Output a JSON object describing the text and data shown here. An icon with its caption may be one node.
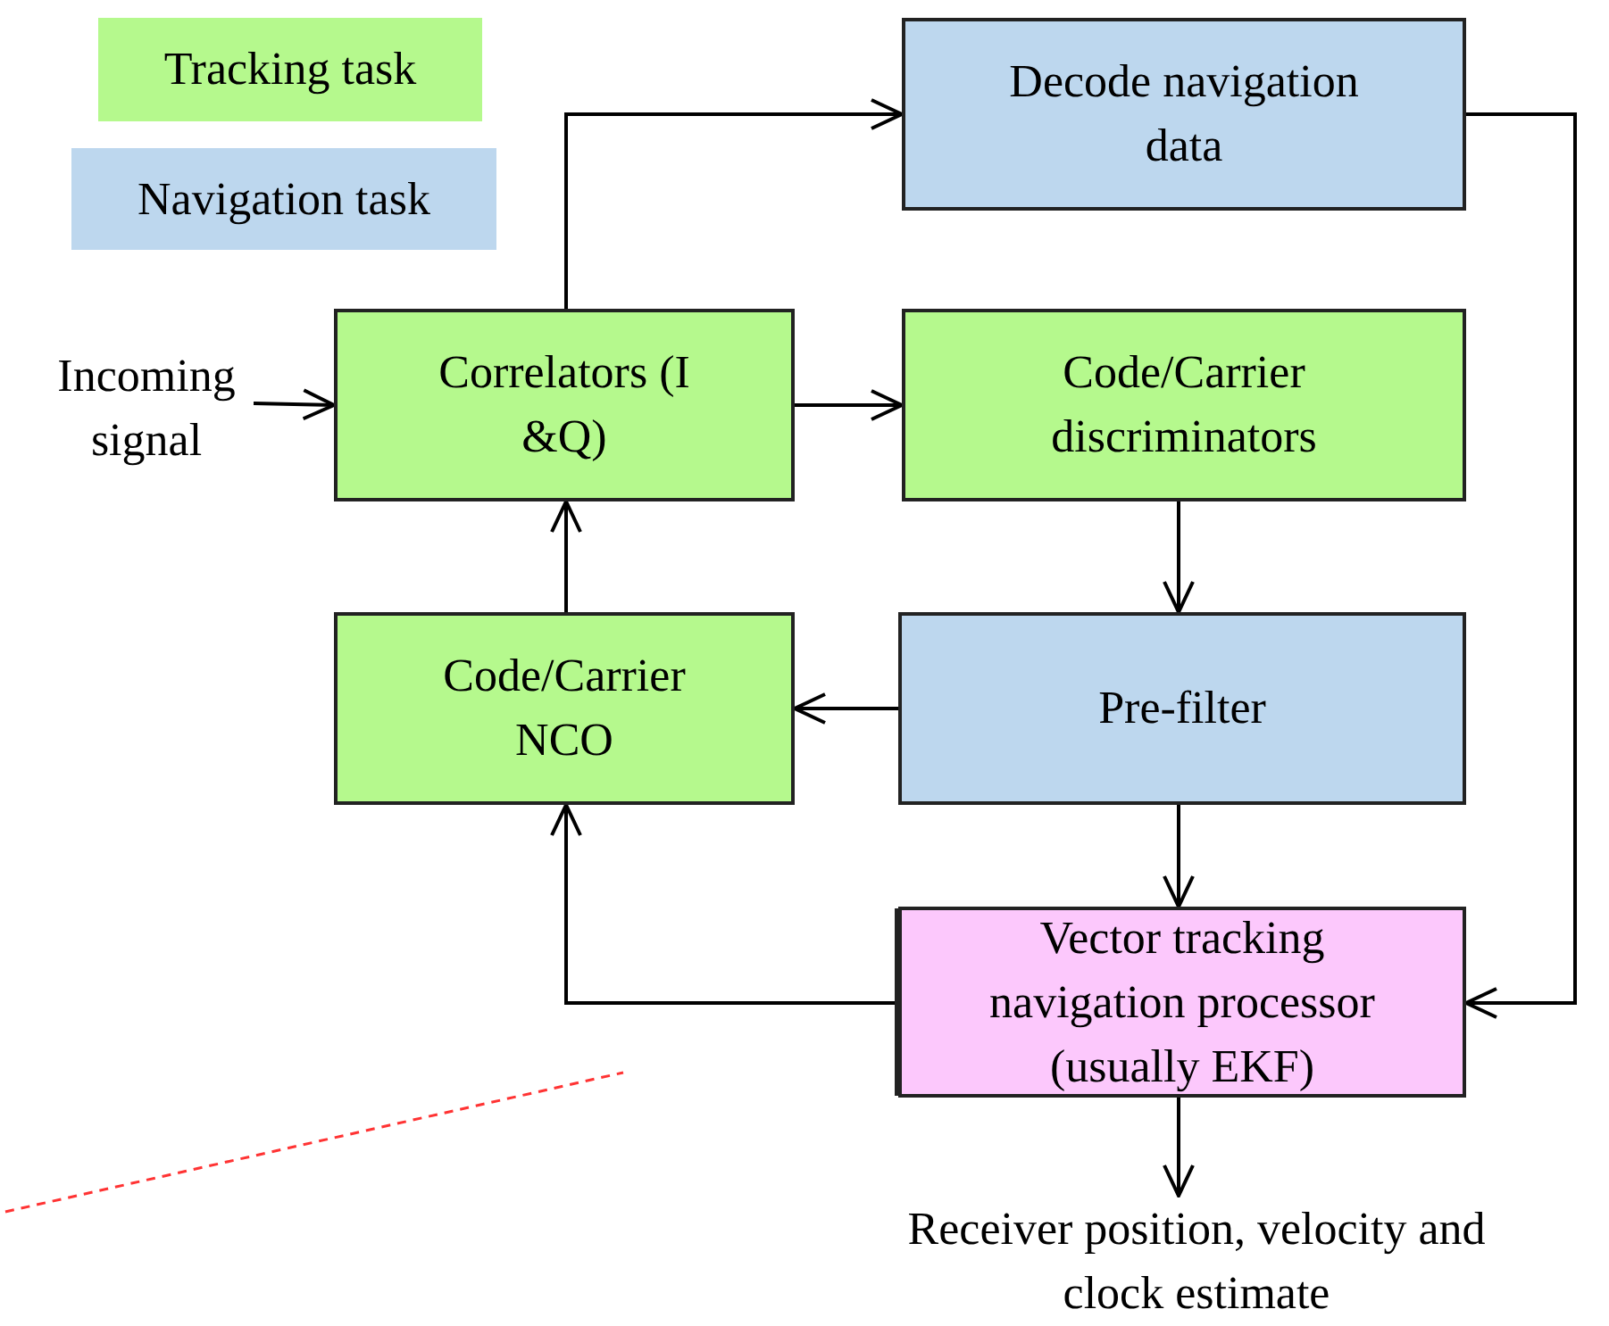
{
  "diagram": {
    "nodes": [
      {
        "text": [
          "Incoming signal"
        ]
      },
      {
        "text": [
          "Correlators (I &Q)"
        ]
      },
      {
        "text": [
          "Decode navigation data"
        ]
      },
      {
        "text": [
          "Code/Carrier discriminators"
        ]
      },
      {
        "text": [
          "Code/Carrier NCO"
        ]
      },
      {
        "text": [
          "Pre-filter"
        ]
      },
      {
        "text": [
          "Vector tracking navigation processor (usually EKF)"
        ]
      },
      {
        "text": [
          "Receiver position, velocity and clock estimate"
        ]
      }
    ],
    "edges": [
      {
        "from": 0,
        "to": 1,
        "arrow": "to"
      },
      {
        "from": 1,
        "to": 2,
        "arrow": "to"
      },
      {
        "from": 1,
        "to": 3,
        "arrow": "to"
      },
      {
        "from": 3,
        "to": 5,
        "arrow": "to"
      },
      {
        "from": 5,
        "to": 4,
        "arrow": "to"
      },
      {
        "from": 4,
        "to": 1,
        "arrow": "to"
      },
      {
        "from": 5,
        "to": 6,
        "arrow": "to"
      },
      {
        "from": 6,
        "to": 4,
        "arrow": "to"
      },
      {
        "from": 2,
        "to": 6,
        "arrow": "to"
      },
      {
        "from": 6,
        "to": 7,
        "arrow": "to"
      }
    ],
    "legend": [
      {
        "text": "Tracking task",
        "color": "#b5f98d"
      },
      {
        "text": "Navigation task",
        "color": "#bdd7ee"
      }
    ]
  }
}
